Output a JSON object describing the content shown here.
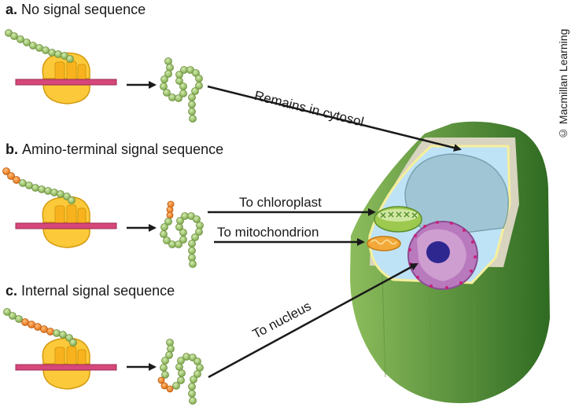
{
  "copyright": "© Macmillan Learning",
  "panels": [
    {
      "letter": "a.",
      "title": "No signal sequence"
    },
    {
      "letter": "b.",
      "title": "Amino-terminal signal sequence"
    },
    {
      "letter": "c.",
      "title": "Internal signal sequence"
    }
  ],
  "destinations": {
    "cytosol": "Remains in cytosol",
    "chloroplast": "To chloroplast",
    "mitochondrion": "To mitochondrion",
    "nucleus": "To nucleus"
  },
  "colors": {
    "peptide_bead": "#9cc46a",
    "signal_bead": "#f0842a",
    "mrna": "#d6477a",
    "ribosome": "#fcc93a",
    "cell_wall": "#3f8a2e",
    "cytosol": "#bfe3f6"
  }
}
